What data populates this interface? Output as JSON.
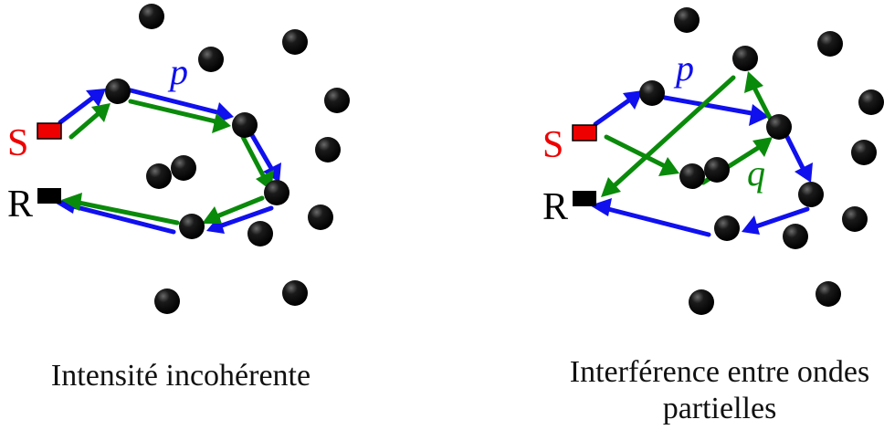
{
  "colors": {
    "source": "#ee0000",
    "receiver": "#000000",
    "path_p": "#1010ee",
    "path_q": "#0a8a0a",
    "scatterer": "#000000",
    "text": "#111111"
  },
  "left_panel": {
    "source_label": "S",
    "receiver_label": "R",
    "path_label": "p",
    "caption": "Intensité incohérente"
  },
  "right_panel": {
    "source_label": "S",
    "receiver_label": "R",
    "path_p_label": "p",
    "path_q_label": "q",
    "caption_line1": "Interférence entre ondes",
    "caption_line2": "partielles"
  }
}
